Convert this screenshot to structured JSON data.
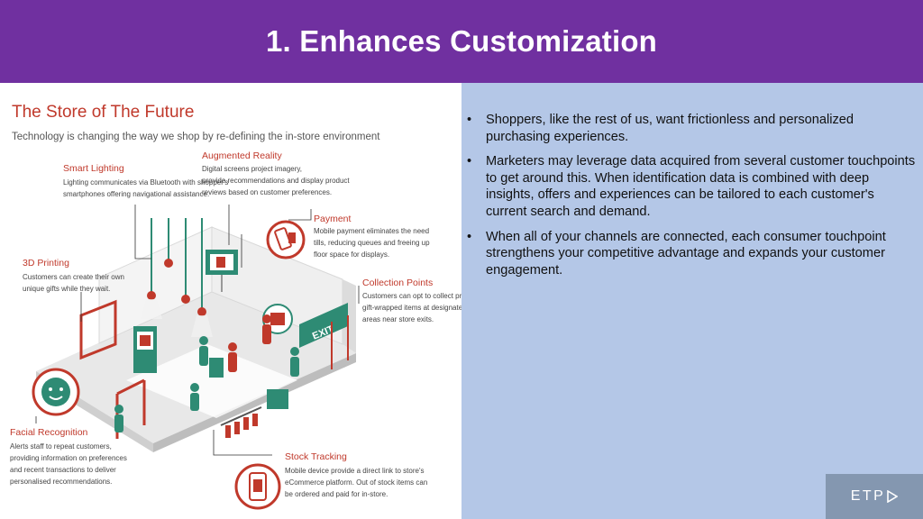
{
  "slide": {
    "title": "1. Enhances Customization"
  },
  "infographic": {
    "title": "The Store of The Future",
    "subtitle": "Technology is changing the way we shop by re-defining the in-store environment",
    "exit_sign": "EXIT",
    "features": [
      {
        "heading": "Smart Lighting",
        "lines": [
          "Lighting communicates via Bluetooth with shopper's",
          "smartphones offering navigational assistance."
        ]
      },
      {
        "heading": "Augmented Reality",
        "lines": [
          "Digital screens project imagery,",
          "provide recommendations and display product",
          "reviews based on customer preferences."
        ]
      },
      {
        "heading": "Payment",
        "lines": [
          "Mobile payment eliminates the need",
          "tills, reducing queues and freeing up",
          "floor space for displays."
        ]
      },
      {
        "heading": "3D Printing",
        "lines": [
          "Customers can create their own",
          "unique gifts while they wait."
        ]
      },
      {
        "heading": "Collection Points",
        "lines": [
          "Customers can opt to collect pre",
          "gift-wrapped items at designated",
          "areas near store exits."
        ]
      },
      {
        "heading": "Facial Recognition",
        "lines": [
          "Alerts staff to repeat customers,",
          "providing information on preferences",
          "and recent transactions to deliver",
          "personalised recommendations."
        ]
      },
      {
        "heading": "Stock Tracking",
        "lines": [
          "Mobile device provide a direct link to store's",
          "eCommerce platform. Out of stock items can",
          "be ordered and paid for in-store."
        ]
      }
    ]
  },
  "bullets": [
    "Shoppers, like the rest of us, want frictionless and personalized purchasing experiences.",
    "Marketers may leverage data acquired from several customer touchpoints to get around this. When identification data is combined with deep insights, offers and experiences can be tailored to each customer's current search and demand.",
    " When all of your channels are connected, each consumer touchpoint strengthens your competitive advantage and expands your customer engagement."
  ],
  "bullet_symbol": "•",
  "logo": {
    "text": "ETP"
  },
  "colors": {
    "header": "#7030a0",
    "panel": "#b4c7e7",
    "logo_bg": "#8497b0",
    "accent_red": "#c0392b",
    "teal": "#2e8b74"
  }
}
